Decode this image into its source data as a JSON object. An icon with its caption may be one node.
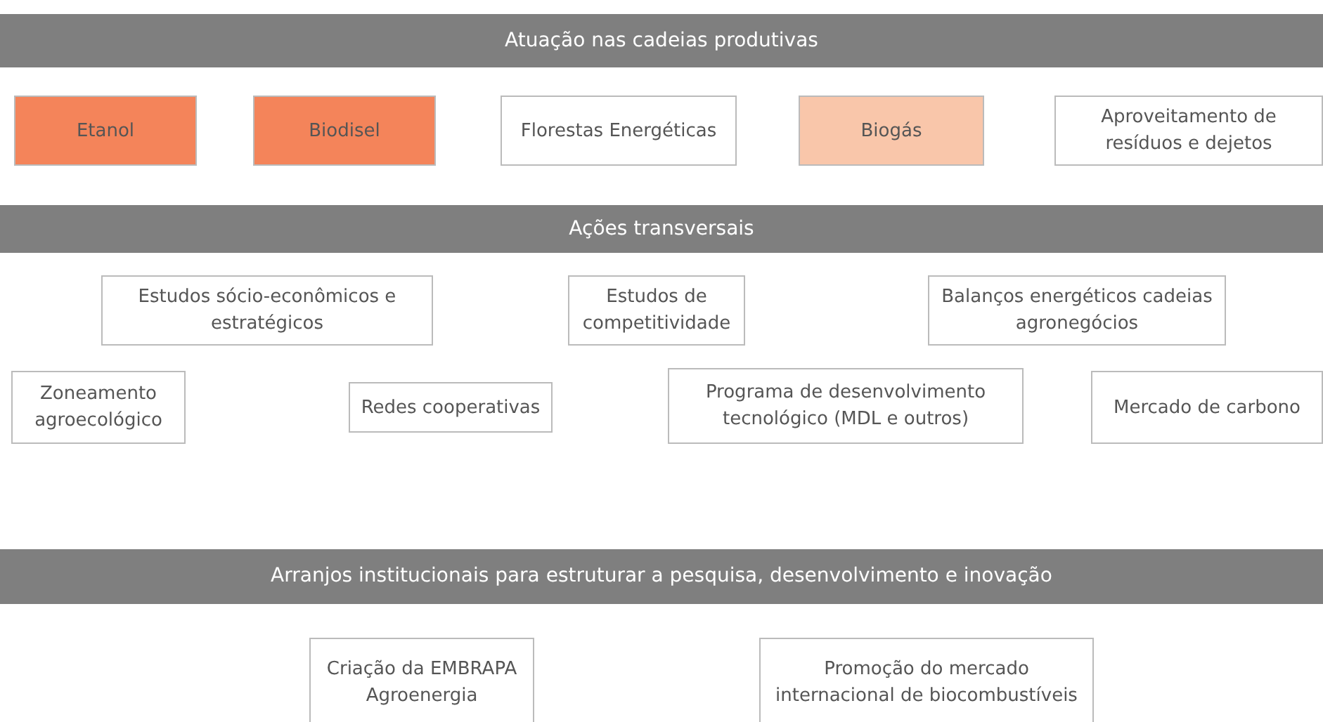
{
  "diagram": {
    "nodes": [
      {
        "text": [
          "Atuação nas cadeias produtivas"
        ]
      },
      {
        "text": [
          "Etanol"
        ]
      },
      {
        "text": [
          "Biodisel"
        ]
      },
      {
        "text": [
          "Florestas Energéticas"
        ]
      },
      {
        "text": [
          "Biogás"
        ]
      },
      {
        "text": [
          "Aproveitamento de resíduos e dejetos"
        ]
      },
      {
        "text": [
          "Ações transversais"
        ]
      },
      {
        "text": [
          "Estudos sócio-econômicos e estratégicos"
        ]
      },
      {
        "text": [
          "Estudos de competitividade"
        ]
      },
      {
        "text": [
          "Balanços energéticos cadeias agronegócios"
        ]
      },
      {
        "text": [
          "Zoneamento agroecológico"
        ]
      },
      {
        "text": [
          "Redes cooperativas"
        ]
      },
      {
        "text": [
          "Programa de desenvolvimento tecnológico (MDL e outros)"
        ]
      },
      {
        "text": [
          "Mercado de carbono"
        ]
      },
      {
        "text": [
          "Arranjos institucionais para estruturar a pesquisa, desenvolvimento e inovação"
        ]
      },
      {
        "text": [
          "Criação da EMBRAPA Agroenergia"
        ]
      },
      {
        "text": [
          "Promoção do mercado internacional de biocombustíveis"
        ]
      }
    ]
  }
}
